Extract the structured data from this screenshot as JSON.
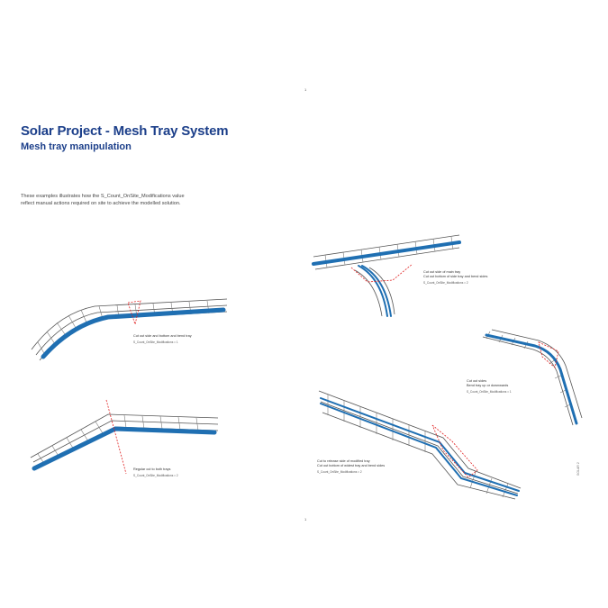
{
  "document": {
    "title": "Solar Project - Mesh Tray System",
    "subtitle": "Mesh tray manipulation",
    "intro_line_1": "These examples illustrates how the S_Count_OnSite_Modifications value",
    "intro_line_2": "reflect manual actions required on site to achieve the modelled solution.",
    "page_mark_top": "1",
    "page_mark_bottom": "1",
    "side_note": "SOLAR 2"
  },
  "examples": [
    {
      "caption_lines": [
        "Cut out side and bottom and bend tray"
      ],
      "param": "S_Count_OnSite_Modifications = 1"
    },
    {
      "caption_lines": [
        "Regular cut to both trays"
      ],
      "param": "S_Count_OnSite_Modifications = 2"
    },
    {
      "caption_lines": [
        "Cut out side of main tray",
        "Cut out bottom of side tray and bend sides"
      ],
      "param": "S_Count_OnSite_Modifications = 2"
    },
    {
      "caption_lines": [
        "Cut out sides",
        "Bend tray up or downwards"
      ],
      "param": "S_Count_OnSite_Modifications = 1"
    },
    {
      "caption_lines": [
        "Cut to release side of modified tray",
        "Cut out bottom of widest tray and bend sides"
      ],
      "param": "S_Count_OnSite_Modifications = 2"
    }
  ],
  "colors": {
    "heading": "#1c3f8a",
    "cable": "#1f6fb2",
    "cut_line": "#e02020"
  }
}
